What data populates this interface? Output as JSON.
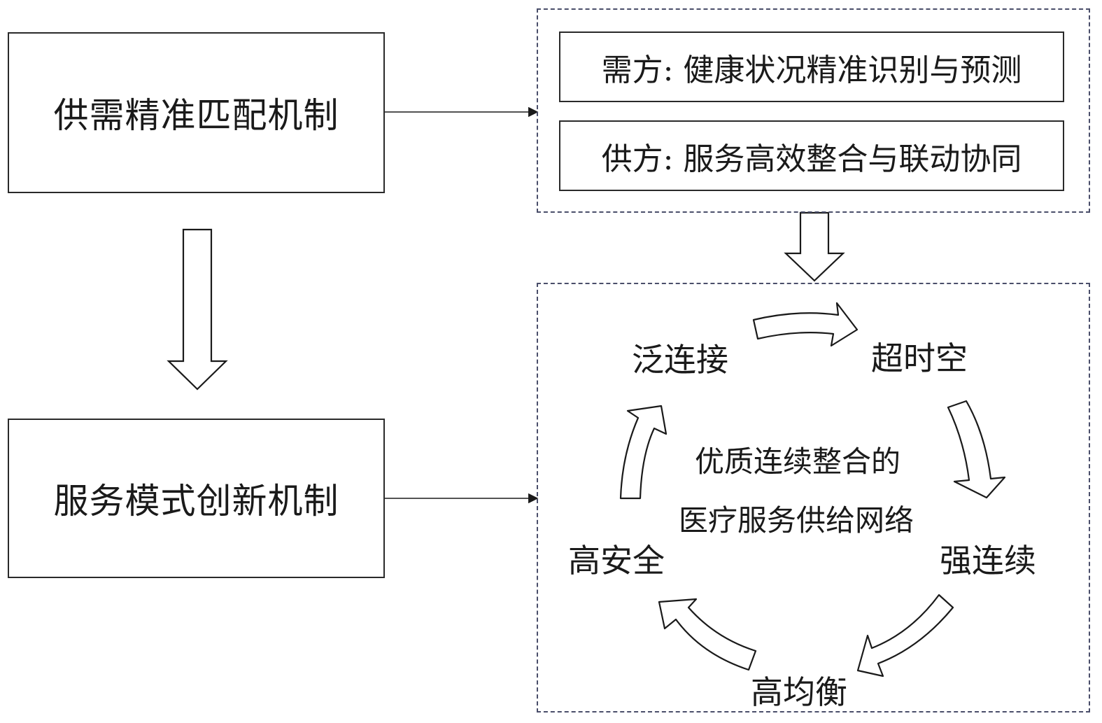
{
  "left": {
    "top_box": "供需精准匹配机制",
    "bottom_box": "服务模式创新机制"
  },
  "right_top": {
    "demand": "需方: 健康状况精准识别与预测",
    "supply": "供方: 服务高效整合与联动协同"
  },
  "cycle": {
    "top_left": "泛连接",
    "top_right": "超时空",
    "right": "强连续",
    "bottom": "高均衡",
    "left": "高安全",
    "center_line1": "优质连续整合的",
    "center_line2": "医疗服务供给网络"
  }
}
